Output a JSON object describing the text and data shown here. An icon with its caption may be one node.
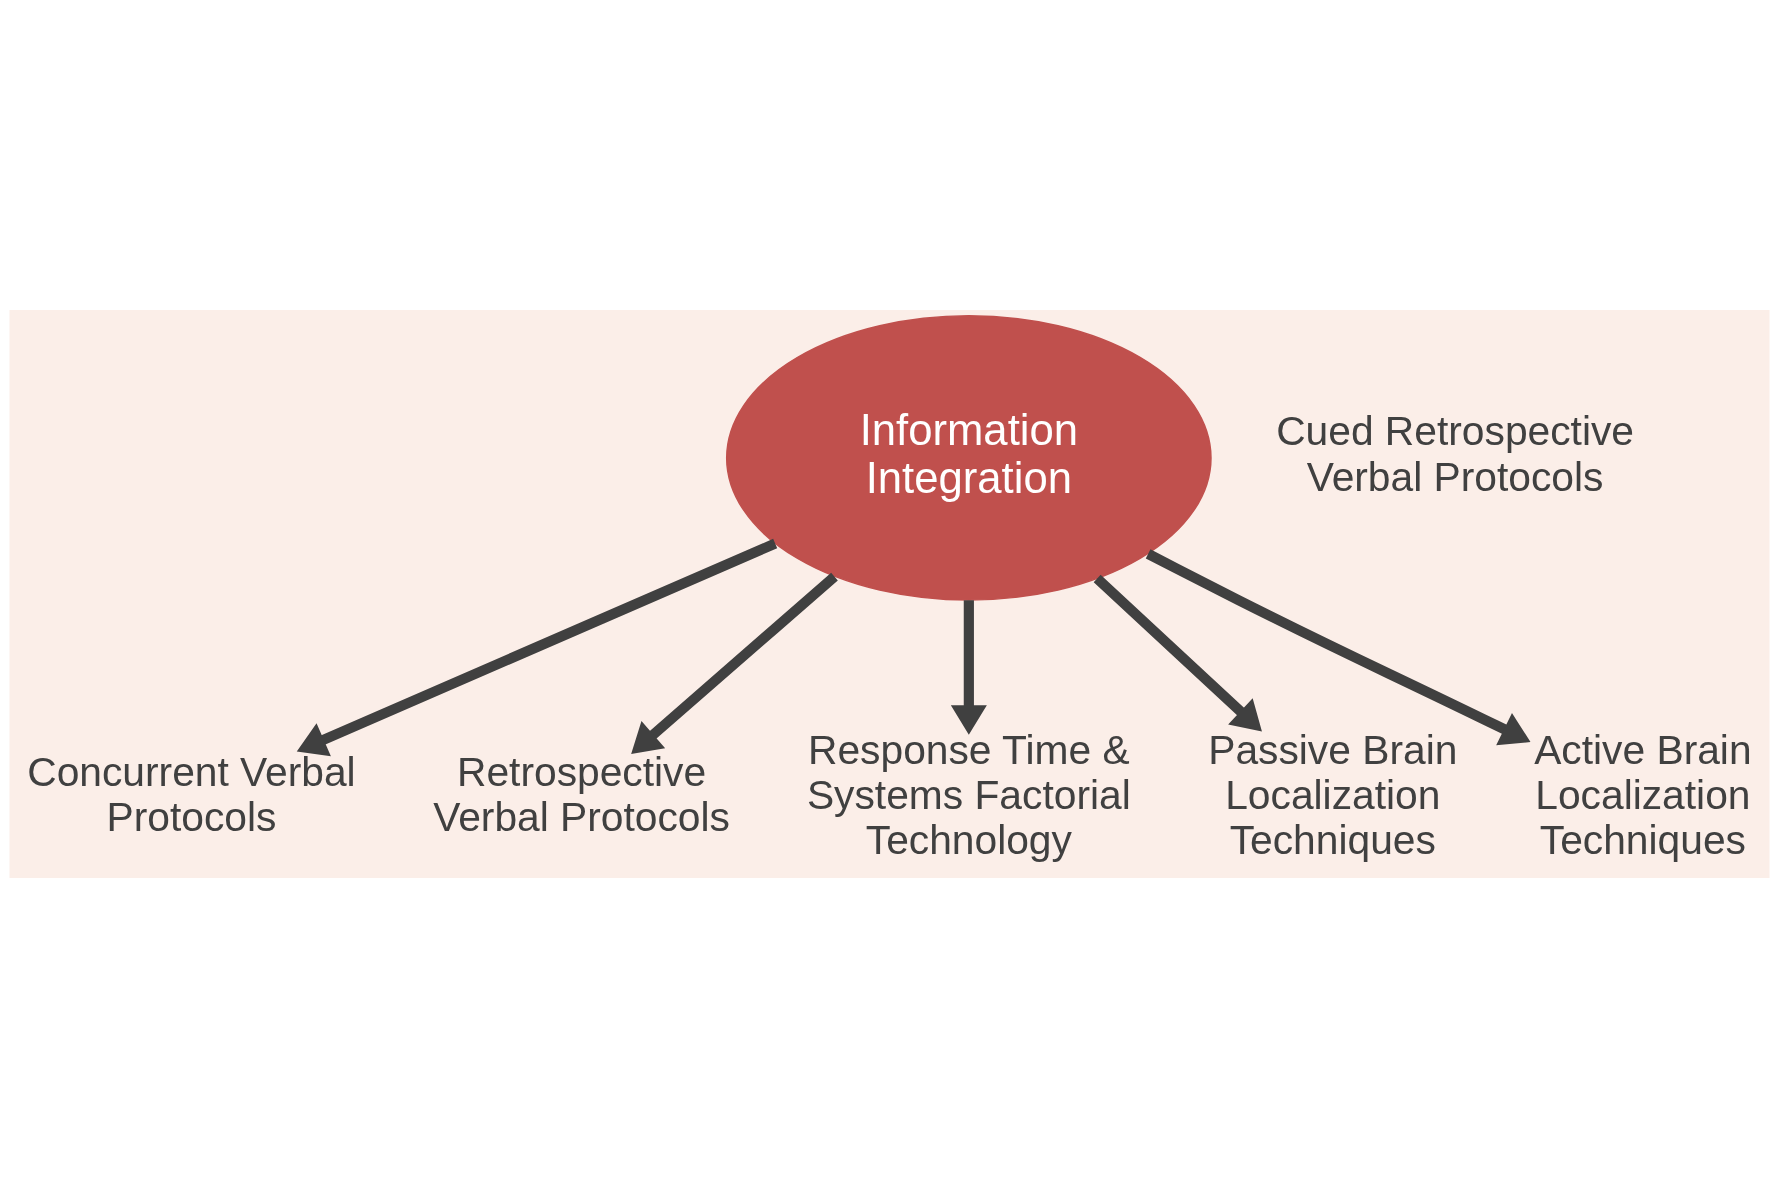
{
  "diagram": {
    "nodes": [
      {
        "text": [
          "Information Integration"
        ]
      },
      {
        "text": [
          "Concurrent Verbal Protocols"
        ]
      },
      {
        "text": [
          "Retrospective Verbal Protocols"
        ]
      },
      {
        "text": [
          "Cued Retrospective Verbal Protocols"
        ]
      },
      {
        "text": [
          "Response Time & Systems Factorial Technology"
        ]
      },
      {
        "text": [
          "Passive Brain Localization Techniques"
        ]
      },
      {
        "text": [
          "Active Brain Localization Techniques"
        ]
      }
    ],
    "edges": [
      {
        "from": 0,
        "to": 1,
        "arrow": "to"
      },
      {
        "from": 0,
        "to": 2,
        "arrow": "to"
      },
      {
        "from": 0,
        "to": 4,
        "arrow": "to"
      },
      {
        "from": 0,
        "to": 5,
        "arrow": "to"
      },
      {
        "from": 0,
        "to": 6,
        "arrow": "to"
      }
    ]
  }
}
